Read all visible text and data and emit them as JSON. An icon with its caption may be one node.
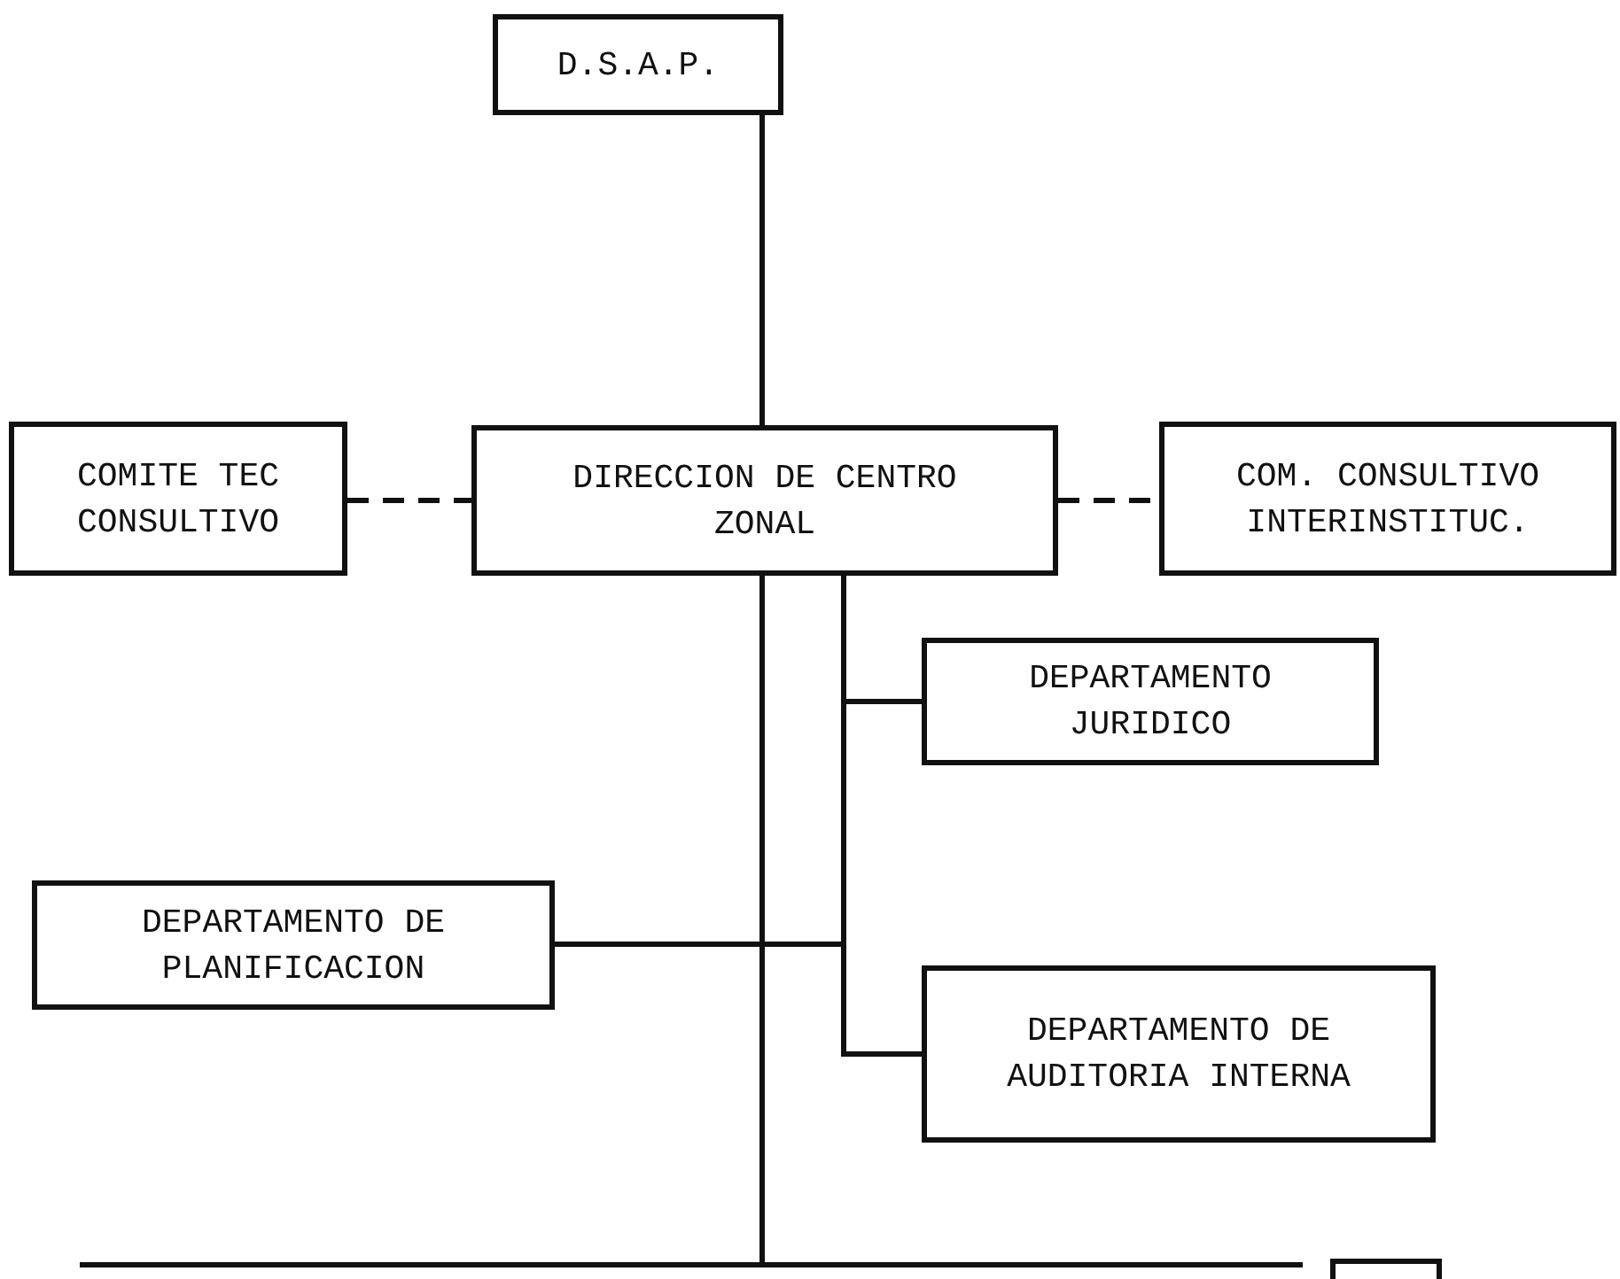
{
  "diagram": {
    "nodes": [
      {
        "text": [
          "D.S.A.P."
        ]
      },
      {
        "text": [
          "DIRECCION DE CENTRO ZONAL"
        ]
      },
      {
        "text": [
          "COMITE TEC CONSULTIVO"
        ]
      },
      {
        "text": [
          "COM. CONSULTIVO INTERINSTITUC."
        ]
      },
      {
        "text": [
          "DEPARTAMENTO JURIDICO"
        ]
      },
      {
        "text": [
          "DEPARTAMENTO DE PLANIFICACION"
        ]
      },
      {
        "text": [
          "DEPARTAMENTO DE AUDITORIA INTERNA"
        ]
      }
    ],
    "edges": [
      {
        "from": 0,
        "to": 1,
        "arrow": "none"
      },
      {
        "from": 2,
        "to": 1,
        "arrow": "none",
        "style": "dashed"
      },
      {
        "from": 1,
        "to": 3,
        "arrow": "none",
        "style": "dashed"
      },
      {
        "from": 1,
        "to": 4,
        "arrow": "none"
      },
      {
        "from": 1,
        "to": 5,
        "arrow": "none"
      },
      {
        "from": 1,
        "to": 6,
        "arrow": "none"
      }
    ]
  }
}
